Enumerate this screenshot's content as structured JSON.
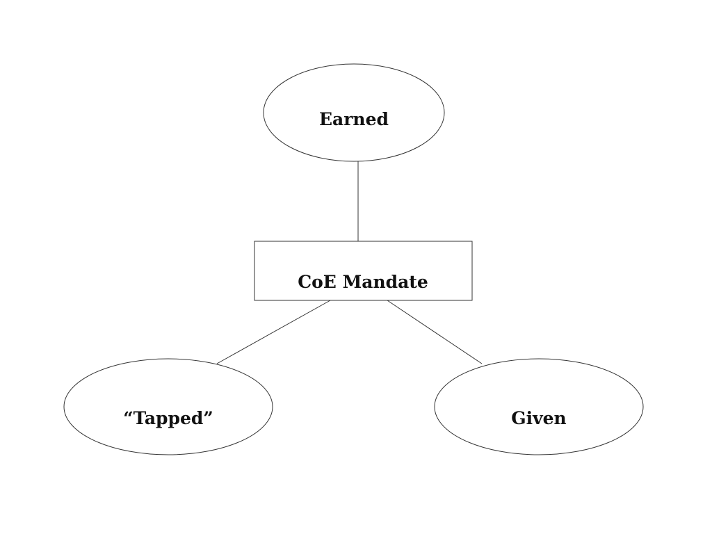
{
  "diagram": {
    "center": {
      "label": "CoE Mandate",
      "shape": "rectangle"
    },
    "branches": [
      {
        "label": "Earned",
        "shape": "ellipse"
      },
      {
        "label": "“Tapped”",
        "shape": "ellipse"
      },
      {
        "label": "Given",
        "shape": "ellipse"
      }
    ],
    "colors": {
      "stroke": "#333333",
      "fill": "#ffffff",
      "text": "#111111"
    }
  }
}
